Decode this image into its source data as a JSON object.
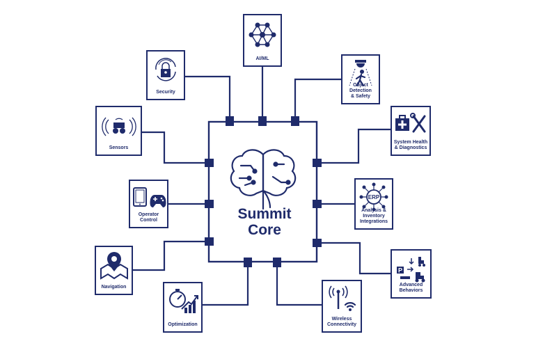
{
  "core": {
    "line1": "Summit",
    "line2": "Core",
    "color": "#1f2b6b"
  },
  "modules": {
    "ai_ml": "AI/ML",
    "security": "Security",
    "object_detection": "Object Detection\n& Safety",
    "sensors": "Sensors",
    "system_health": "System Health\n& Diagnostics",
    "operator_control": "Operator\nControl",
    "erp": "Analysis &\nInventory\nIntegrations",
    "erp_badge": "ERP",
    "navigation": "Navigation",
    "advanced_behaviors": "Advanced\nBehaviors",
    "optimization": "Optimization",
    "wireless": "Wireless\nConnectivity"
  }
}
